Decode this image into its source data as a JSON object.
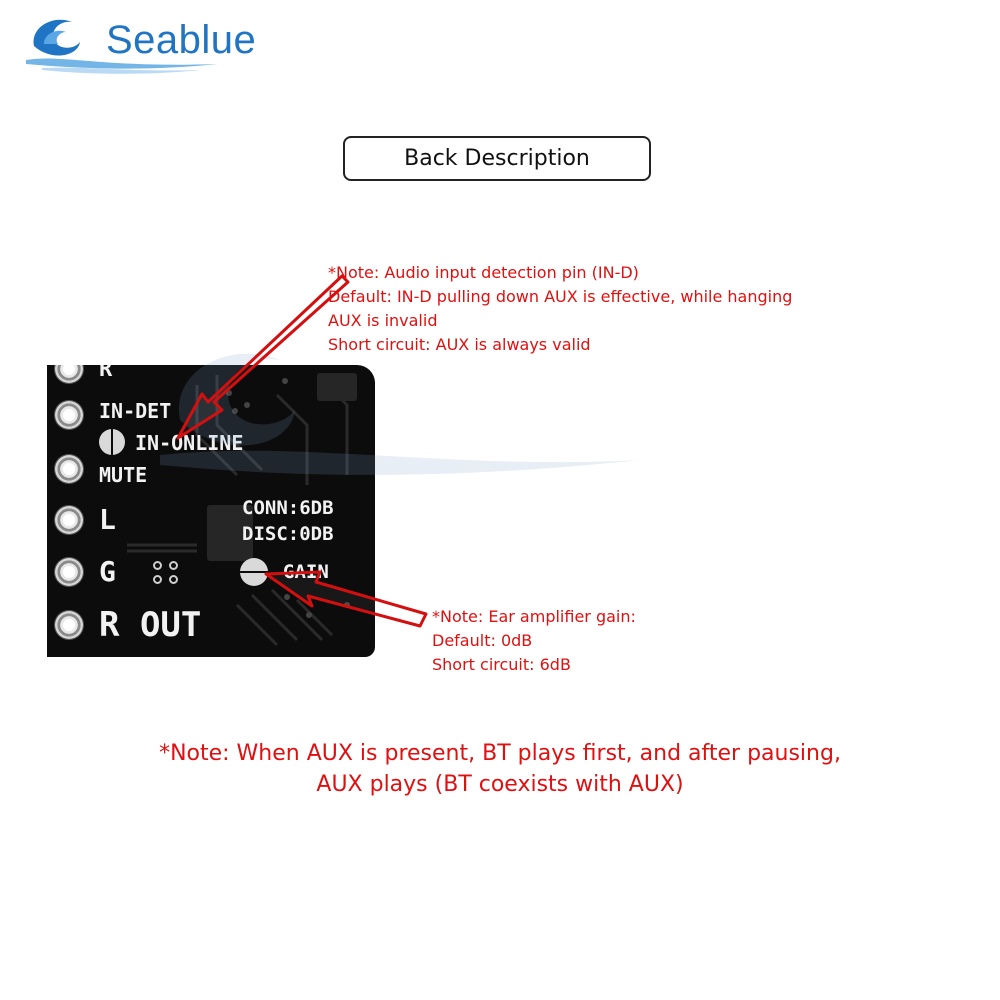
{
  "logo": {
    "text": "Seablue"
  },
  "title": "Back Description",
  "board": {
    "labels": {
      "r_top": "R",
      "in_det": "IN-DET",
      "in_online": "IN-ONLINE",
      "mute": "MUTE",
      "l": "L",
      "g": "G",
      "r_out": "R OUT",
      "conn": "CONN:6DB",
      "disc": "DISC:0DB",
      "gain": "GAIN"
    }
  },
  "notes": {
    "top": {
      "lines": [
        "*Note: Audio input detection pin (IN-D)",
        "Default: IN-D pulling down AUX is effective, while hanging",
        "AUX is invalid",
        "Short circuit: AUX is always valid"
      ]
    },
    "gain": {
      "lines": [
        "*Note: Ear amplifier gain:",
        "Default: 0dB",
        "Short circuit: 6dB"
      ]
    },
    "bottom": {
      "lines": [
        "*Note: When AUX is present, BT plays first, and after pausing,",
        "AUX plays (BT coexists with AUX)"
      ]
    }
  },
  "colors": {
    "note": "#e01010",
    "logo": "#1f74c4",
    "board": "#0c0c0c"
  }
}
